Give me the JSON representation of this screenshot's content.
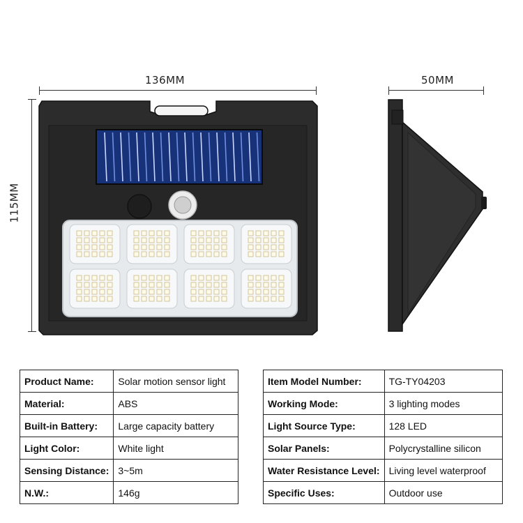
{
  "dimensions": {
    "width_label": "136MM",
    "height_label": "115MM",
    "depth_label": "50MM"
  },
  "colors": {
    "housing": "#2b2b2b",
    "solar_panel": "#1c3a8f",
    "led_panel": "#e8ecef"
  },
  "specs_left": [
    {
      "label": "Product Name:",
      "value": "Solar motion sensor light"
    },
    {
      "label": "Material:",
      "value": "ABS"
    },
    {
      "label": "Built-in Battery:",
      "value": "Large capacity battery"
    },
    {
      "label": "Light Color:",
      "value": "White light"
    },
    {
      "label": "Sensing Distance:",
      "value": "3~5m"
    },
    {
      "label": "N.W.:",
      "value": "146g"
    }
  ],
  "specs_right": [
    {
      "label": "Item Model Number:",
      "value": "TG-TY04203"
    },
    {
      "label": "Working Mode:",
      "value": "3 lighting modes"
    },
    {
      "label": "Light Source Type:",
      "value": "128 LED"
    },
    {
      "label": "Solar Panels:",
      "value": "Polycrystalline silicon"
    },
    {
      "label": "Water Resistance Level:",
      "value": "Living level waterproof"
    },
    {
      "label": "Specific Uses:",
      "value": "Outdoor use"
    }
  ]
}
